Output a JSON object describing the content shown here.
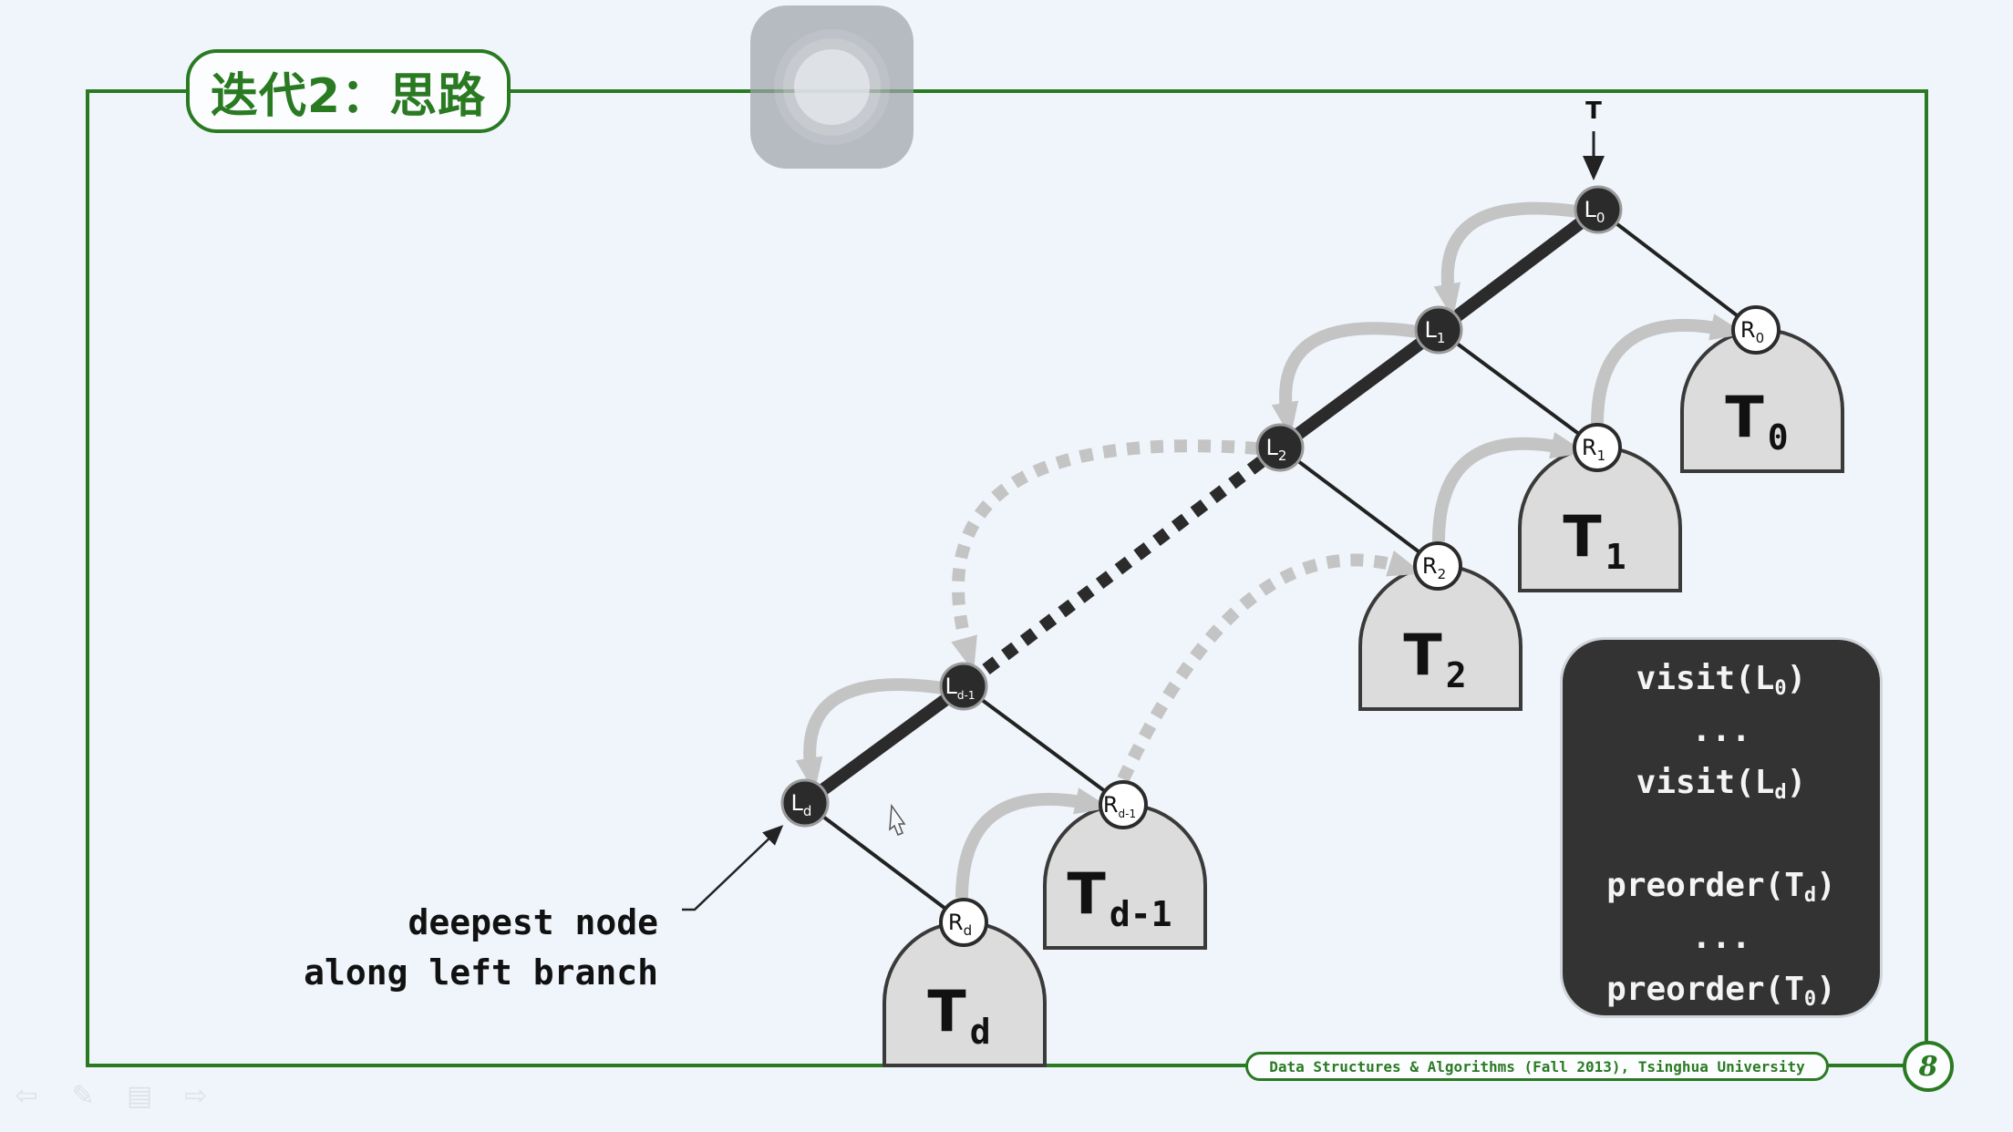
{
  "slide": {
    "title": "迭代2：思路",
    "footer": "Data Structures & Algorithms (Fall 2013), Tsinghua University",
    "page_number": "8",
    "colors": {
      "frame_green": "#2a7a22",
      "background": "#eff5fb",
      "dark_node": "#2b2b2b",
      "subtree_fill": "#dcdcdc",
      "gray_arrow": "#c4c4c4",
      "code_bg": "#333333"
    }
  },
  "diagram": {
    "root_pointer_label": "T",
    "left_nodes": [
      {
        "id": "L0",
        "base": "L",
        "sub": "0"
      },
      {
        "id": "L1",
        "base": "L",
        "sub": "1"
      },
      {
        "id": "L2",
        "base": "L",
        "sub": "2"
      },
      {
        "id": "Ld-1",
        "base": "L",
        "sub": "d-1"
      },
      {
        "id": "Ld",
        "base": "L",
        "sub": "d"
      }
    ],
    "right_nodes": [
      {
        "id": "R0",
        "base": "R",
        "sub": "0"
      },
      {
        "id": "R1",
        "base": "R",
        "sub": "1"
      },
      {
        "id": "R2",
        "base": "R",
        "sub": "2"
      },
      {
        "id": "Rd-1",
        "base": "R",
        "sub": "d-1"
      },
      {
        "id": "Rd",
        "base": "R",
        "sub": "d"
      }
    ],
    "subtrees": [
      {
        "id": "T0",
        "base": "T",
        "sub": "0"
      },
      {
        "id": "T1",
        "base": "T",
        "sub": "1"
      },
      {
        "id": "T2",
        "base": "T",
        "sub": "2"
      },
      {
        "id": "Td-1",
        "base": "T",
        "sub": "d-1"
      },
      {
        "id": "Td",
        "base": "T",
        "sub": "d"
      }
    ],
    "caption_line1": "deepest node",
    "caption_line2": "along left branch"
  },
  "code": {
    "lines": [
      {
        "text": "visit(L",
        "sub": "0",
        "close": ")"
      },
      {
        "text": "...",
        "sub": "",
        "close": ""
      },
      {
        "text": "visit(L",
        "sub": "d",
        "close": ")"
      },
      {
        "text": "",
        "sub": "",
        "close": ""
      },
      {
        "text": "preorder(T",
        "sub": "d",
        "close": ")"
      },
      {
        "text": "...",
        "sub": "",
        "close": ""
      },
      {
        "text": "preorder(T",
        "sub": "0",
        "close": ")"
      }
    ]
  },
  "overlay": {
    "assistive_touch_icon": "assistive-touch-icon"
  },
  "player_controls": [
    {
      "icon": "arrow-left-icon",
      "glyph": "⇦"
    },
    {
      "icon": "pen-icon",
      "glyph": "✎"
    },
    {
      "icon": "menu-icon",
      "glyph": "▤"
    },
    {
      "icon": "arrow-right-icon",
      "glyph": "⇨"
    }
  ]
}
